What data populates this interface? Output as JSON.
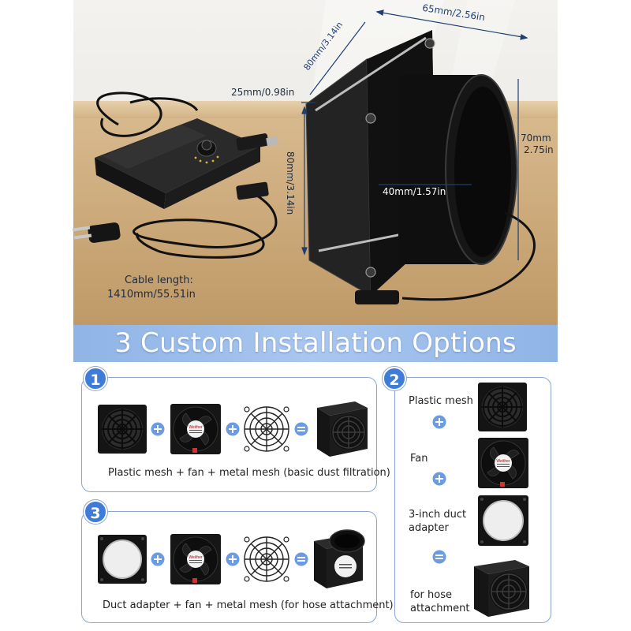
{
  "dimensions": {
    "depth": "65mm/2.56in",
    "height_top": "80mm/3.14in",
    "thickness": "25mm/0.98in",
    "height_side": "80mm/3.14in",
    "outer_diameter_line1": "70mm",
    "outer_diameter_line2": "2.75in",
    "inner_diameter": "40mm/1.57in",
    "cable_label_line1": "Cable length:",
    "cable_label_line2": "1410mm/55.51in"
  },
  "banner": {
    "title": "3 Custom Installation Options"
  },
  "options": [
    {
      "number": "1",
      "caption": "Plastic mesh + fan + metal mesh (basic dust filtration)"
    },
    {
      "number": "2",
      "steps": [
        {
          "label": "Plastic mesh"
        },
        {
          "label": "Fan"
        },
        {
          "label_line1": "3-inch duct",
          "label_line2": "adapter"
        },
        {
          "label_line1": "for hose",
          "label_line2": "attachment"
        }
      ]
    },
    {
      "number": "3",
      "caption": "Duct adapter + fan + metal mesh  (for hose attachment)"
    }
  ],
  "fan_label": "Weither",
  "colors": {
    "accent": "#3f7bd8",
    "banner": "#a9c7ef",
    "box_border": "#8aa6cf",
    "operator": "#6b9be0",
    "product": "#111111"
  },
  "icons": [
    "plus-icon",
    "equals-icon",
    "plastic-mesh-icon",
    "fan-icon",
    "metal-mesh-icon",
    "duct-adapter-icon",
    "assembled-fan-icon"
  ]
}
